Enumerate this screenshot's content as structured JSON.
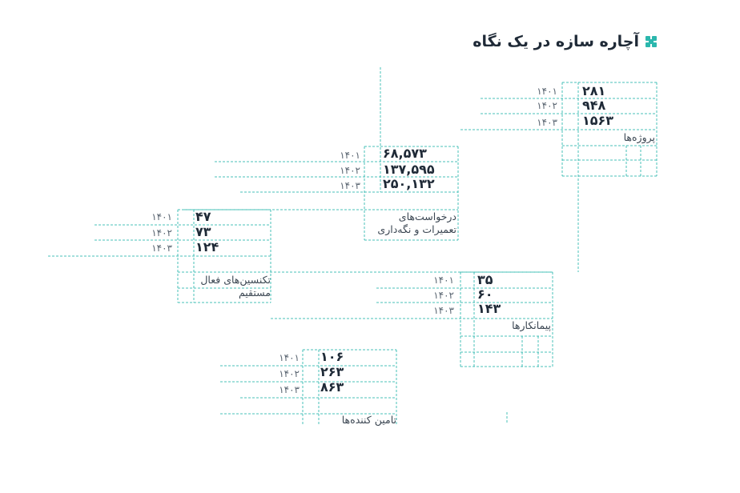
{
  "header": {
    "title": "آچاره سازه در یک نگاه",
    "logo_icon": "cross-logo-icon",
    "accent": "#2bb7ad"
  },
  "metrics": [
    {
      "id": "projects",
      "label": "پروژه‌ها",
      "rows": [
        {
          "year": "۱۴۰۱",
          "value": "۲۸۱"
        },
        {
          "year": "۱۴۰۲",
          "value": "۹۴۸"
        },
        {
          "year": "۱۴۰۳",
          "value": "۱۵۶۳"
        }
      ]
    },
    {
      "id": "requests",
      "label": "درخواست‌های تعمیرات و نگه‌داری",
      "rows": [
        {
          "year": "۱۴۰۱",
          "value": "۶۸,۵۷۳"
        },
        {
          "year": "۱۴۰۲",
          "value": "۱۳۷,۵۹۵"
        },
        {
          "year": "۱۴۰۳",
          "value": "۲۵۰,۱۳۲"
        }
      ]
    },
    {
      "id": "technicians",
      "label": "تکنسین‌های فعال مستقیم",
      "rows": [
        {
          "year": "۱۴۰۱",
          "value": "۴۷"
        },
        {
          "year": "۱۴۰۲",
          "value": "۷۳"
        },
        {
          "year": "۱۴۰۳",
          "value": "۱۲۴"
        }
      ]
    },
    {
      "id": "contractors",
      "label": "پیمانکارها",
      "rows": [
        {
          "year": "۱۴۰۱",
          "value": "۳۵"
        },
        {
          "year": "۱۴۰۲",
          "value": "۶۰"
        },
        {
          "year": "۱۴۰۳",
          "value": "۱۴۳"
        }
      ]
    },
    {
      "id": "suppliers",
      "label": "تامین کننده‌ها",
      "rows": [
        {
          "year": "۱۴۰۱",
          "value": "۱۰۶"
        },
        {
          "year": "۱۴۰۲",
          "value": "۲۶۳"
        },
        {
          "year": "۱۴۰۳",
          "value": "۸۶۳"
        }
      ]
    }
  ]
}
